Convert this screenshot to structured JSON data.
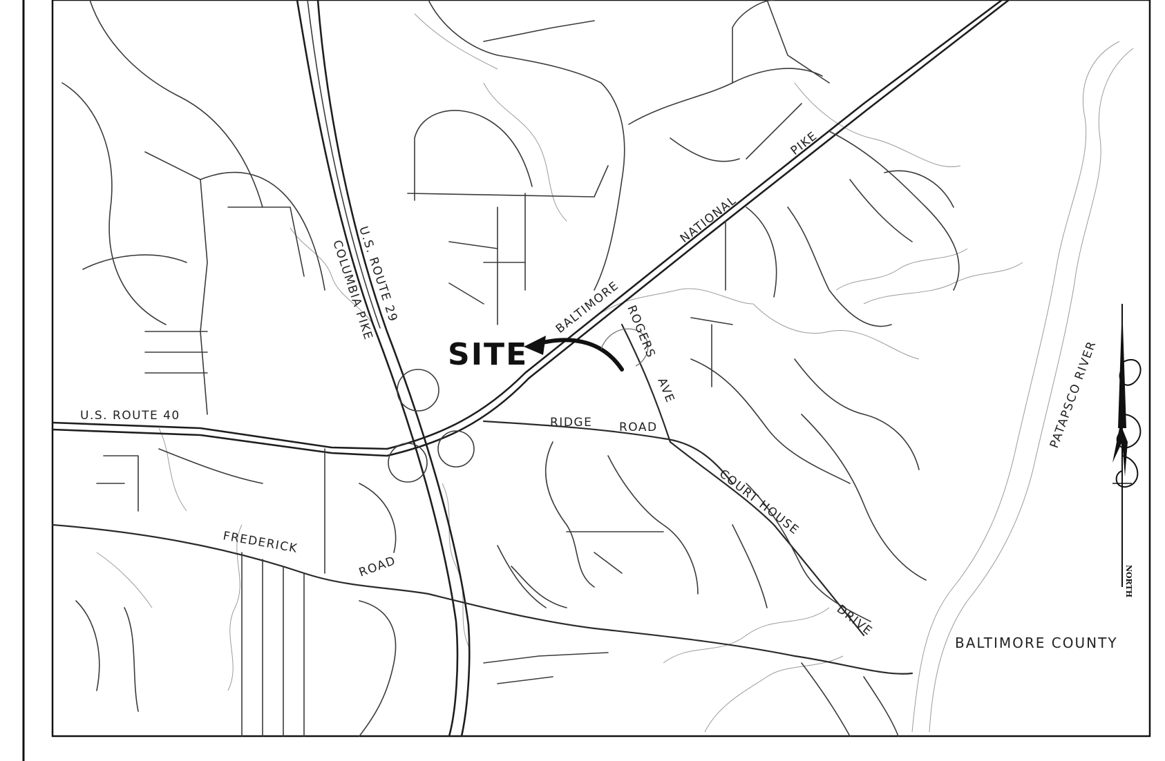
{
  "map": {
    "site_label": "SITE",
    "county_label": "BALTIMORE COUNTY",
    "north_label": "NORTH",
    "road_labels": {
      "us_route_29": "U.S. ROUTE 29",
      "columbia_pike": "COLUMBIA PIKE",
      "us_route_40": "U.S. ROUTE 40",
      "frederick": "FREDERICK",
      "frederick_road": "ROAD",
      "baltimore": "BALTIMORE",
      "national": "NATIONAL",
      "pike": "PIKE",
      "rogers": "ROGERS",
      "ave": "AVE",
      "ridge": "RIDGE",
      "ridge_road": "ROAD",
      "court_house": "COURT HOUSE",
      "drive": "DRIVE",
      "patapsco_river": "PATAPSCO RIVER"
    }
  }
}
